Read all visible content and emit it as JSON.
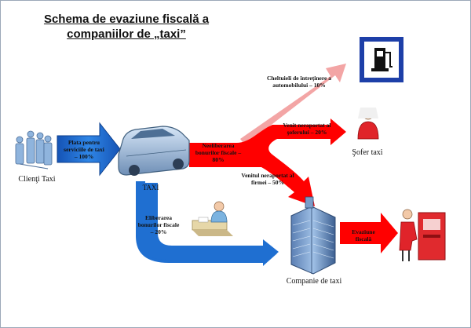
{
  "title": {
    "line1": "Schema de evaziune fiscală a",
    "line2": "companiilor de „taxi”"
  },
  "nodes": {
    "clients": "Clienţi Taxi",
    "taxi": "TAXI",
    "driver": "Şofer taxi",
    "company": "Companie de taxi"
  },
  "flows": {
    "payment": "Plata pentru serviciile de taxi – 100%",
    "fuel": "Cheltuieli de întreţinere a automobilului – 10%",
    "driver_income": "Venit neraportat al şoferului – 20%",
    "non_issuance": "Neeliberarea bonurilor fiscale – 80%",
    "company_income": "Venitul neraportat al firmei – 50%",
    "issuance": "Eliberarea bonurilor fiscale – 20%",
    "tax": "Evaziune fiscală"
  },
  "colors": {
    "red_flow": "#ff0000",
    "faded_flow": "#f3a5a5",
    "blue_flow": "#1f6fd1",
    "sign_border": "#1d3fa8"
  },
  "icons": {
    "clients": "people-group-icon",
    "taxi": "car-icon",
    "fuel": "fuel-station-sign-icon",
    "driver": "driver-person-icon",
    "cashier": "cashier-desk-icon",
    "company": "office-building-icon",
    "tax": "tax-officer-icon"
  }
}
